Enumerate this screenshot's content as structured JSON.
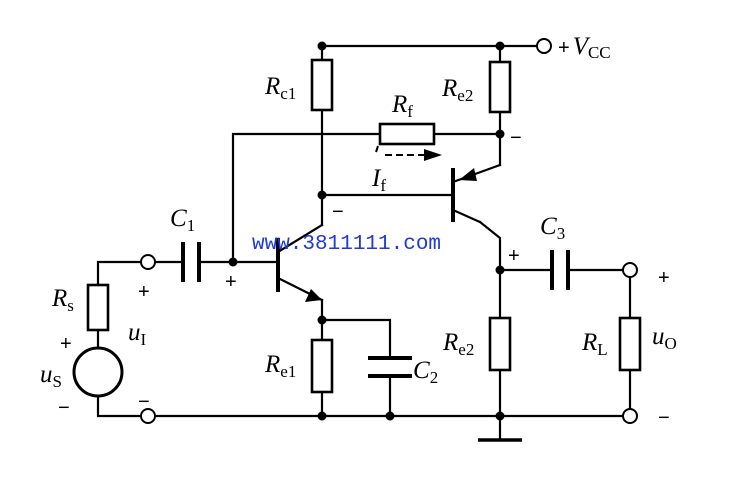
{
  "watermark": "www.3811111.com",
  "supply": {
    "sign": "+",
    "symbol": "V",
    "sub": "CC"
  },
  "components": {
    "Rc1": {
      "symbol": "R",
      "sub": "c1"
    },
    "Re2_top": {
      "symbol": "R",
      "sub": "e2"
    },
    "Rf": {
      "symbol": "R",
      "sub": "f"
    },
    "If": {
      "symbol": "I",
      "sub": "f"
    },
    "C1": {
      "symbol": "C",
      "sub": "1"
    },
    "C2": {
      "symbol": "C",
      "sub": "2"
    },
    "C3": {
      "symbol": "C",
      "sub": "3"
    },
    "Rs": {
      "symbol": "R",
      "sub": "s"
    },
    "uI": {
      "symbol": "u",
      "sub": "I"
    },
    "uS": {
      "symbol": "u",
      "sub": "S"
    },
    "Re1": {
      "symbol": "R",
      "sub": "e1"
    },
    "Re2_bottom": {
      "symbol": "R",
      "sub": "e2"
    },
    "RL": {
      "symbol": "R",
      "sub": "L"
    },
    "uO": {
      "symbol": "u",
      "sub": "O"
    }
  },
  "polarity": {
    "plus": "+",
    "minus": "−"
  }
}
